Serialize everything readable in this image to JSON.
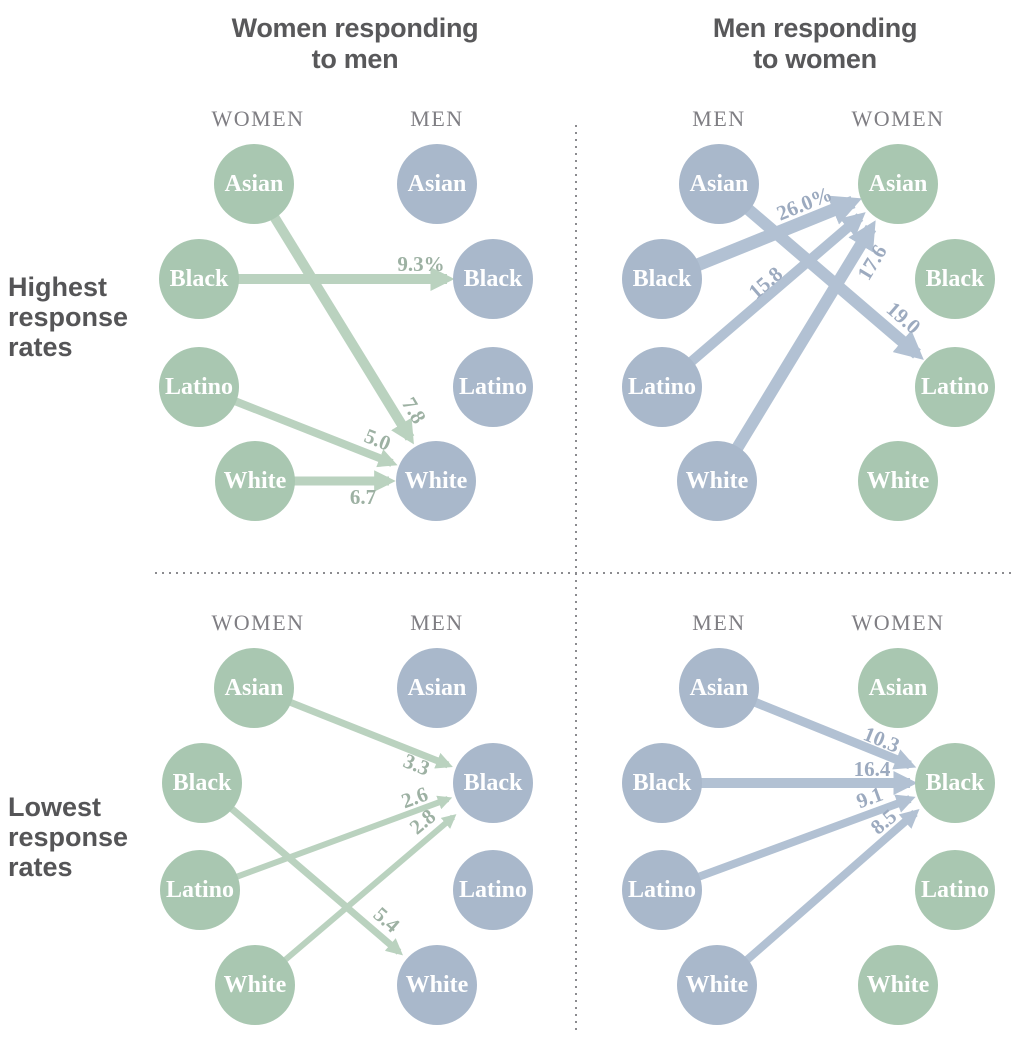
{
  "figure": {
    "panel_titles": [
      {
        "text": "Women responding to men",
        "lines": [
          "Women responding",
          "to men"
        ]
      },
      {
        "text": "Men responding to women",
        "lines": [
          "Men responding",
          "to women"
        ]
      }
    ],
    "row_labels": [
      {
        "text": "Highest response rates",
        "lines": [
          "Highest",
          "response",
          "rates"
        ]
      },
      {
        "text": "Lowest response rates",
        "lines": [
          "Lowest",
          "response",
          "rates"
        ]
      }
    ],
    "groups": [
      "Asian",
      "Black",
      "Latino",
      "White"
    ]
  },
  "colors": {
    "women_node": "#a9c7b1",
    "men_node": "#a9b8cb",
    "women_arrow": "#bad2bf",
    "men_arrow": "#b2c1d3",
    "women_value_label": "#9db1a3",
    "men_value_label": "#9caabf",
    "title_text": "#58585a",
    "column_header_text": "#7f7e83",
    "node_label_text": "#ffffff",
    "divider": "#8b8b8f"
  },
  "quadrants": {
    "top_left": {
      "section": "Highest response rates",
      "panel": "Women responding to men",
      "left_column": {
        "header": "WOMEN",
        "nodes": [
          "Asian",
          "Black",
          "Latino",
          "White"
        ]
      },
      "right_column": {
        "header": "MEN",
        "nodes": [
          "Asian",
          "Black",
          "Latino",
          "White"
        ]
      },
      "edges": [
        {
          "from": "Black women",
          "to": "Black men",
          "label": "9.3%"
        },
        {
          "from": "Asian women",
          "to": "White men",
          "label": "7.8"
        },
        {
          "from": "Latino women",
          "to": "White men",
          "label": "5.0"
        },
        {
          "from": "White women",
          "to": "White men",
          "label": "6.7"
        }
      ]
    },
    "top_right": {
      "section": "Highest response rates",
      "panel": "Men responding to women",
      "left_column": {
        "header": "MEN",
        "nodes": [
          "Asian",
          "Black",
          "Latino",
          "White"
        ]
      },
      "right_column": {
        "header": "WOMEN",
        "nodes": [
          "Asian",
          "Black",
          "Latino",
          "White"
        ]
      },
      "edges": [
        {
          "from": "Black men",
          "to": "Asian women",
          "label": "26.0%"
        },
        {
          "from": "Latino men",
          "to": "Asian women",
          "label": "15.8"
        },
        {
          "from": "White men",
          "to": "Asian women",
          "label": "17.6"
        },
        {
          "from": "Asian men",
          "to": "Latino women",
          "label": "19.0"
        }
      ]
    },
    "bottom_left": {
      "section": "Lowest response rates",
      "panel": "Women responding to men",
      "left_column": {
        "header": "WOMEN",
        "nodes": [
          "Asian",
          "Black",
          "Latino",
          "White"
        ]
      },
      "right_column": {
        "header": "MEN",
        "nodes": [
          "Asian",
          "Black",
          "Latino",
          "White"
        ]
      },
      "edges": [
        {
          "from": "Asian women",
          "to": "Black men",
          "label": "3.3"
        },
        {
          "from": "Latino women",
          "to": "Black men",
          "label": "2.6"
        },
        {
          "from": "White women",
          "to": "Black men",
          "label": "2.8"
        },
        {
          "from": "Black women",
          "to": "White men",
          "label": "5.4"
        }
      ]
    },
    "bottom_right": {
      "section": "Lowest response rates",
      "panel": "Men responding to women",
      "left_column": {
        "header": "MEN",
        "nodes": [
          "Asian",
          "Black",
          "Latino",
          "White"
        ]
      },
      "right_column": {
        "header": "WOMEN",
        "nodes": [
          "Asian",
          "Black",
          "Latino",
          "White"
        ]
      },
      "edges": [
        {
          "from": "Asian men",
          "to": "Black women",
          "label": "10.3"
        },
        {
          "from": "Black men",
          "to": "Black women",
          "label": "16.4"
        },
        {
          "from": "Latino men",
          "to": "Black women",
          "label": "9.1"
        },
        {
          "from": "White men",
          "to": "Black women",
          "label": "8.5"
        }
      ]
    }
  }
}
